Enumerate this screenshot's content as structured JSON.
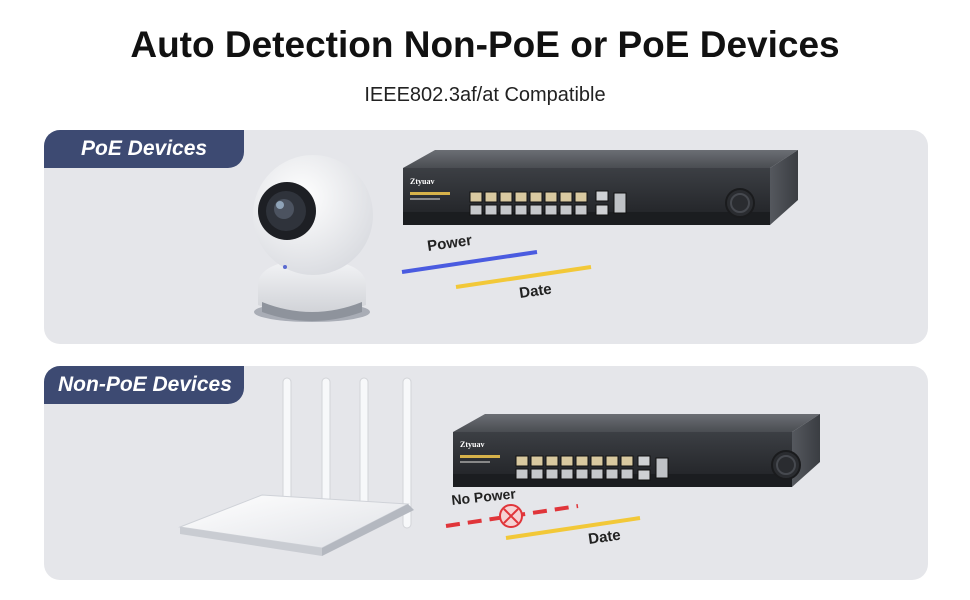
{
  "header": {
    "title": "Auto Detection Non-PoE or PoE Devices",
    "subtitle": "IEEE802.3af/at Compatible"
  },
  "panels": [
    {
      "tab_label": "PoE Devices",
      "device_icon": "camera-icon",
      "switch_brand": "Ztyuav",
      "line_labels": {
        "power": "Power",
        "data": "Date"
      },
      "colors": {
        "power_line": "#4a5be0",
        "data_line": "#f2c838"
      }
    },
    {
      "tab_label": "Non-PoE Devices",
      "device_icon": "router-icon",
      "switch_brand": "Ztyuav",
      "line_labels": {
        "no_power": "No Power",
        "data": "Date"
      },
      "colors": {
        "no_power_line": "#e0353a",
        "data_line": "#f2c838"
      }
    }
  ],
  "colors": {
    "tab_bg": "#3d4a72",
    "panel_bg": "#e5e6ea"
  }
}
